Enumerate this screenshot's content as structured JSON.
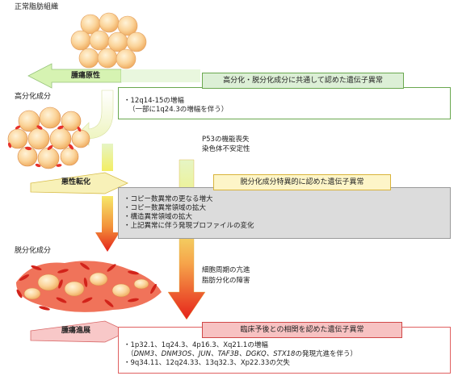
{
  "labels": {
    "normal_fat": "正常脂肪組織",
    "well_diff": "高分化成分",
    "dediff": "脱分化成分"
  },
  "stages": {
    "tumor_origin": "腫瘍原性",
    "malignant": "悪性転化",
    "progression": "腫瘍進展"
  },
  "box1": {
    "header": "高分化・脱分化成分に共通して認めた遺伝子異常",
    "line1": "・12q14-15の増幅",
    "line2": "（一部に1q24.3の増幅を伴う）"
  },
  "mid1": {
    "line1": "P53の機能喪失",
    "line2": "染色体不安定性"
  },
  "box2": {
    "header": "脱分化成分特異的に認めた遺伝子異常",
    "line1": "・コピー数異常の更なる増大",
    "line2": "・コピー数異常領域の拡大",
    "line3": "・構造異常領域の拡大",
    "line4": "・上記異常に伴う発現プロファイルの変化"
  },
  "mid2": {
    "line1": "細胞周期の亢進",
    "line2": "脂肪分化の障害"
  },
  "box3": {
    "header": "臨床予後との相関を認めた遺伝子異常",
    "line1": "・1p32.1、1q24.3、4p16.3、Xq21.1の増幅",
    "line2_pre": "（",
    "line2_genes": "DNM3、DNM3OS、JUN、TAF3B、DGKQ、STX18",
    "line2_post": "の発現亢進を伴う）",
    "line3": "・9q34.11、12q24.33、13q32.3、Xp22.33の欠失"
  },
  "colors": {
    "green_arrow": "#c9f0a8",
    "yellow_arrow": "#f6f07a",
    "red_arrow": "#e8231b",
    "fat_cell": "#f8c47c",
    "red_cell": "#e7322a"
  }
}
